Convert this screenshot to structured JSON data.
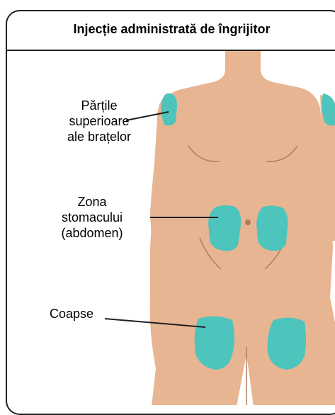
{
  "title": "Injecție administrată de îngrijitor",
  "labels": {
    "arms": [
      "Părțile",
      "superioare",
      "ale brațelor"
    ],
    "abdomen": [
      "Zona",
      "stomacului",
      "(abdomen)"
    ],
    "thighs": "Coapse"
  },
  "colors": {
    "skin": "#e8b592",
    "injection_site": "#4dc4bc",
    "outline": "#231f20"
  }
}
